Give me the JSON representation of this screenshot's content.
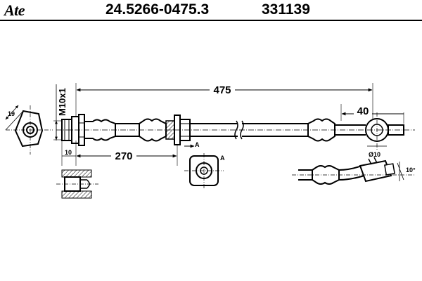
{
  "header": {
    "logo_text": "Ate",
    "part_number": "24.5266-0475.3",
    "ref_number": "331139"
  },
  "drawing": {
    "dim_total_length": "475",
    "dim_banjo_offset": "40",
    "dim_thread": "M10x1",
    "dim_fitting_width": "19",
    "dim_sleeve": "10",
    "dim_bracket_offset": "270",
    "section_label": "A",
    "section_label_view": "A",
    "dim_bore": "Ø10",
    "dim_angle": "10°"
  }
}
